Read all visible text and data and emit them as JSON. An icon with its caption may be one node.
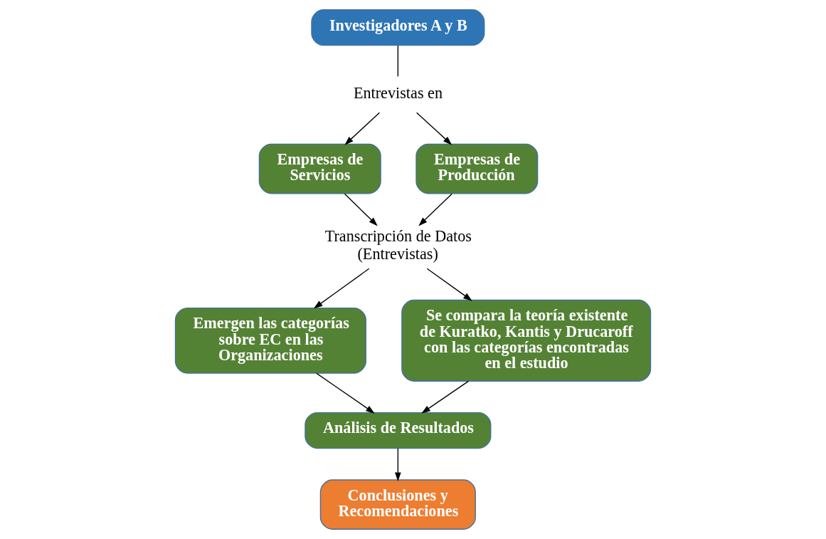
{
  "diagram": {
    "nodes": [
      {
        "text": [
          "Investigadores A y B"
        ]
      },
      {
        "text": [
          "Entrevistas en"
        ]
      },
      {
        "text": [
          "Empresas de Servicios"
        ]
      },
      {
        "text": [
          "Empresas de Producción"
        ]
      },
      {
        "text": [
          "Transcripción de Datos (Entrevistas)"
        ]
      },
      {
        "text": [
          "Emergen las categorías sobre EC en las Organizaciones"
        ]
      },
      {
        "text": [
          "Se compara la teoría existente de Kuratko, Kantis y Drucaroff con las categorías encontradas en el estudio"
        ]
      },
      {
        "text": [
          "Análisis de Resultados"
        ]
      },
      {
        "text": [
          "Conclusiones y Recomendaciones"
        ]
      }
    ],
    "edges": [
      {
        "from": 0,
        "to": 1,
        "arrow": "none"
      },
      {
        "from": 1,
        "to": 2,
        "arrow": "to"
      },
      {
        "from": 1,
        "to": 3,
        "arrow": "to"
      },
      {
        "from": 2,
        "to": 4,
        "arrow": "to"
      },
      {
        "from": 3,
        "to": 4,
        "arrow": "to"
      },
      {
        "from": 4,
        "to": 5,
        "arrow": "to"
      },
      {
        "from": 4,
        "to": 6,
        "arrow": "to"
      },
      {
        "from": 5,
        "to": 7,
        "arrow": "to"
      },
      {
        "from": 6,
        "to": 7,
        "arrow": "to"
      },
      {
        "from": 7,
        "to": 8,
        "arrow": "to"
      }
    ]
  }
}
